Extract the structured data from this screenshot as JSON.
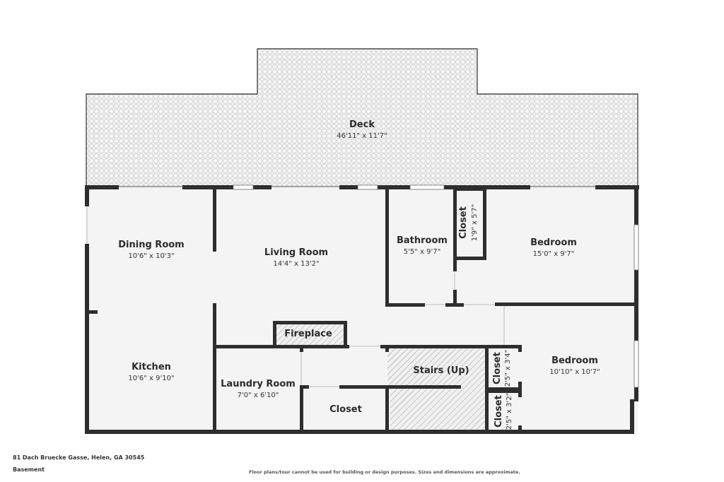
{
  "rooms": {
    "deck": {
      "name": "Deck",
      "dims": "46'11\" x 11'7\""
    },
    "dining": {
      "name": "Dining Room",
      "dims": "10'6\" x 10'3\""
    },
    "living": {
      "name": "Living Room",
      "dims": "14'4\" x 13'2\""
    },
    "bathroom": {
      "name": "Bathroom",
      "dims": "5'5\" x 9'7\""
    },
    "closet1": {
      "name": "Closet",
      "dims": "1'9\" x 5'7\""
    },
    "bedroom1": {
      "name": "Bedroom",
      "dims": "15'0\" x 9'7\""
    },
    "fireplace": {
      "name": "Fireplace"
    },
    "kitchen": {
      "name": "Kitchen",
      "dims": "10'6\" x 9'10\""
    },
    "laundry": {
      "name": "Laundry Room",
      "dims": "7'0\" x 6'10\""
    },
    "closet2": {
      "name": "Closet"
    },
    "stairs": {
      "name": "Stairs (Up)"
    },
    "closet3": {
      "name": "Closet",
      "dims": "2'5\" x 3'4\""
    },
    "closet4": {
      "name": "Closet",
      "dims": "2'5\" x 3'2\""
    },
    "bedroom2": {
      "name": "Bedroom",
      "dims": "10'10\" x 10'7\""
    }
  },
  "footer": {
    "address": "81 Dach Bruecke Gasse, Helen, GA 30545",
    "level": "Basement",
    "disclaimer": "Floor plans/tour cannot be used for building or design purposes. Sizes and dimensions are approximate."
  },
  "colors": {
    "wall": "#2e2e2e",
    "floor": "#f4f4f4",
    "deck_tile": "#e9e9e9",
    "window": "#ffffff"
  }
}
